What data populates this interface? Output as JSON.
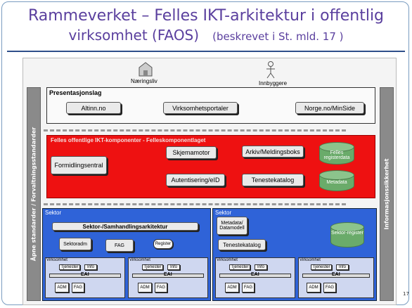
{
  "slide": {
    "title_line1": "Rammeverket – Felles IKT-arkitektur i offentlig",
    "title_line2": "virksomhet (FAOS)",
    "title_note": "(beskrevet i St. mld. 17 )",
    "page_number": "17"
  },
  "actors": {
    "business": "Næringsliv",
    "citizens": "Innbyggere"
  },
  "sidebars": {
    "left": "Åpne standarder / Forvaltningsstandarder",
    "right": "Informasjonssikkerhet"
  },
  "presentation": {
    "heading": "Presentasjonslag",
    "items": [
      "Altinn.no",
      "Virksomhetsportaler",
      "Norge.no/MinSide"
    ]
  },
  "common": {
    "heading": "Felles offentlige IKT-komponenter - Felleskomponentlaget",
    "formidling": "Formidlingsentral",
    "skjema": "Skjemamotor",
    "arkiv": "Arkiv/Meldingsboks",
    "autent": "Autentisering/eID",
    "tjeneste": "Tenestekatalog",
    "felles_reg": "Felles registerdata",
    "metadata": "Metadata"
  },
  "sector_left": {
    "heading": "Sektor",
    "arch": "Sektor-/Samhandlingsarkitektur",
    "sektoradm": "Sektoradm",
    "fag": "FAG",
    "register": "Register",
    "virk_label": "Virksomhet",
    "tjenester": "Tjenester",
    "info": "Info",
    "eai": "EAI",
    "adm": "ADM",
    "fag_small": "FAG"
  },
  "sector_right": {
    "heading": "Sektor",
    "metadata": "Metadata/ Datamodell",
    "tjeneste": "Tenestekatalog",
    "sektorreg": "Sektor-register"
  },
  "colors": {
    "title": "#5a3f9e",
    "common_bg": "#ee1111",
    "sector_bg": "#2f63d8",
    "cyl_green": "#6aab6a"
  }
}
